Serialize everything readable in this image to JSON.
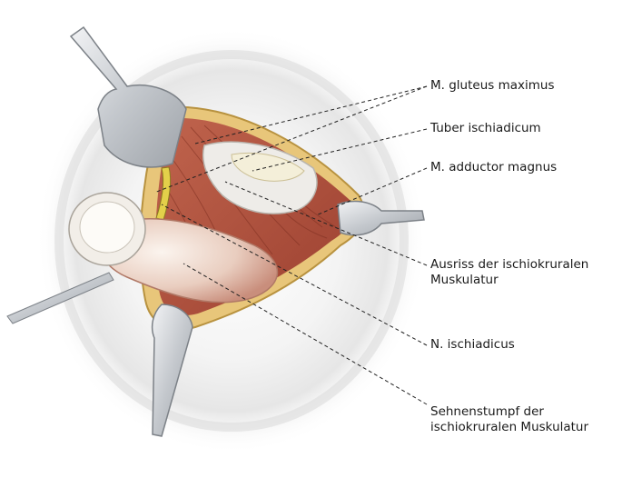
{
  "labels": {
    "gluteus": "M. gluteus maximus",
    "tuber": "Tuber ischiadicum",
    "adductor": "M. adductor magnus",
    "ausriss_line1": "Ausriss der ischiokruralen",
    "ausriss_line2": "Muskulatur",
    "ischiadicus": "N. ischiadicus",
    "sehnen_line1": "Sehnenstumpf der",
    "sehnen_line2": "ischiokruralen Muskulatur"
  },
  "colors": {
    "muscle": "#b5523e",
    "muscle_dark": "#8a3626",
    "fat": "#e8c67a",
    "tendon": "#e9e4dc",
    "nerve": "#e3d04a",
    "retractor": "#cfd2d6",
    "drape": "#ececec"
  }
}
